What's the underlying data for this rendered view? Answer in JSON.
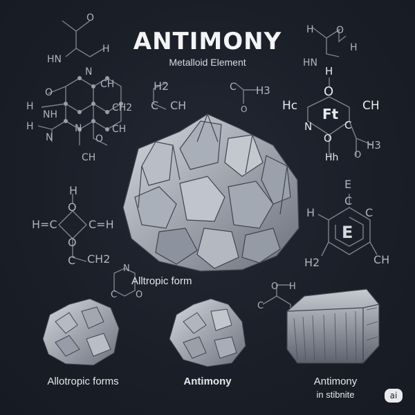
{
  "title": "ANTIMONY",
  "subtitle": "Metalloid Element",
  "captions": {
    "main": "Alltropic form",
    "left": "Allotropic forms",
    "center": "Antimony",
    "right_line1": "Antimony",
    "right_line2": "in stibnite"
  },
  "badge": "ai",
  "formula_labels": {
    "tl_O": "O",
    "tl_HN": "HN",
    "tl_N": "N",
    "tl_H": "H",
    "tl_CH": "CH",
    "tl_O2": "O",
    "tl_H2": "H",
    "tl_N2": "NH",
    "tl_CH2": "CH2",
    "tl_H3": "H",
    "tl_N3": "N",
    "tl_CH3": "CH",
    "tl_N4": "N",
    "tl_O3": "O",
    "tl_CH4": "CH",
    "mid_H2": "H2",
    "mid_C": "C",
    "mid_CH": "CH",
    "mid2_C": "C",
    "mid2_H3": "H3",
    "mid2_O": "O",
    "tr_H": "H",
    "tr_O": "O",
    "tr_HN": "HN",
    "tr_H2": "H",
    "tr_O2": "O",
    "tr_Hc": "Hc",
    "tr_Ft": "Ft",
    "tr_CH": "CH",
    "tr_N": "N",
    "tr_C": "C",
    "tr_O3": "O",
    "tr_Hh": "Hh",
    "tr_H3": "H3",
    "l_H": "H",
    "l_O": "O",
    "l_HC": "H=C",
    "l_CH": "C=H",
    "l_O2": "O",
    "l_C": "C",
    "l_CH2": "CH2",
    "r_E": "E",
    "r_C": "C",
    "r_H": "H",
    "r_C2": "C",
    "r_Ebig": "E",
    "r_H2": "H2",
    "r_CH": "CH",
    "sm_N": "N",
    "sm_C": "C",
    "sm_O": "O",
    "sm_O2": "O",
    "sm_H": "H",
    "sm_C2": "C"
  },
  "colors": {
    "background": "#1a1e27",
    "line": "#8b919c",
    "crystal_light": "#c9ced6",
    "crystal_dark": "#5b616c",
    "text": "#f3f4f6"
  }
}
